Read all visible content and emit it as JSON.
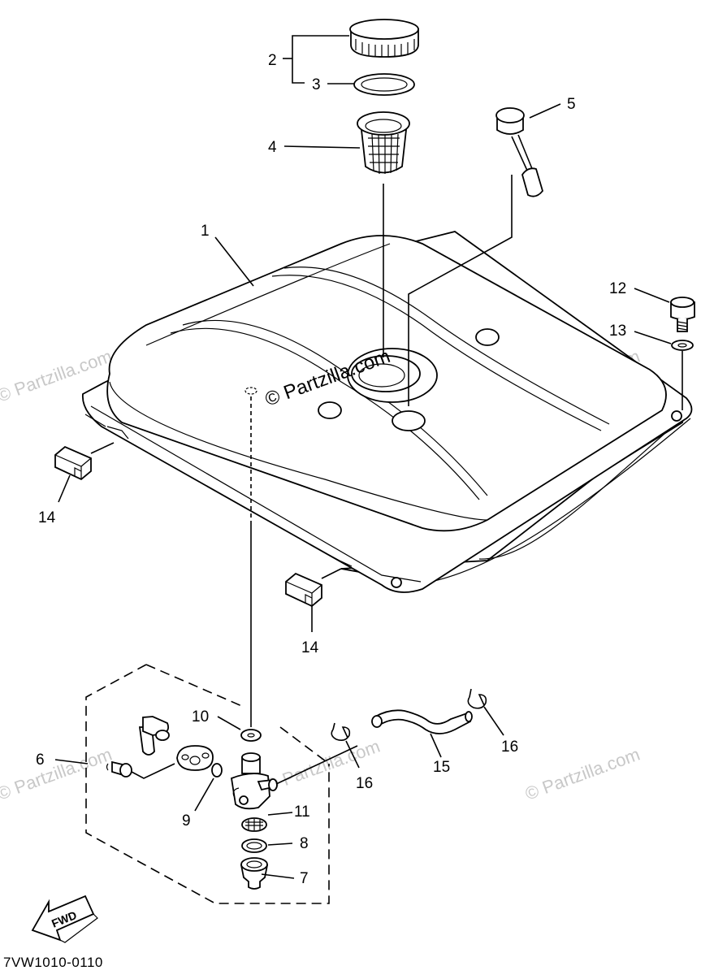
{
  "diagram_code": "7VW1010-0110",
  "fwd_label": "FWD",
  "watermark_main": "© Partzilla.com",
  "watermark_faint": "© Partzilla.com",
  "callouts": [
    "1",
    "2",
    "3",
    "4",
    "5",
    "6",
    "7",
    "8",
    "9",
    "10",
    "11",
    "12",
    "13",
    "14",
    "14",
    "15",
    "16",
    "16"
  ]
}
